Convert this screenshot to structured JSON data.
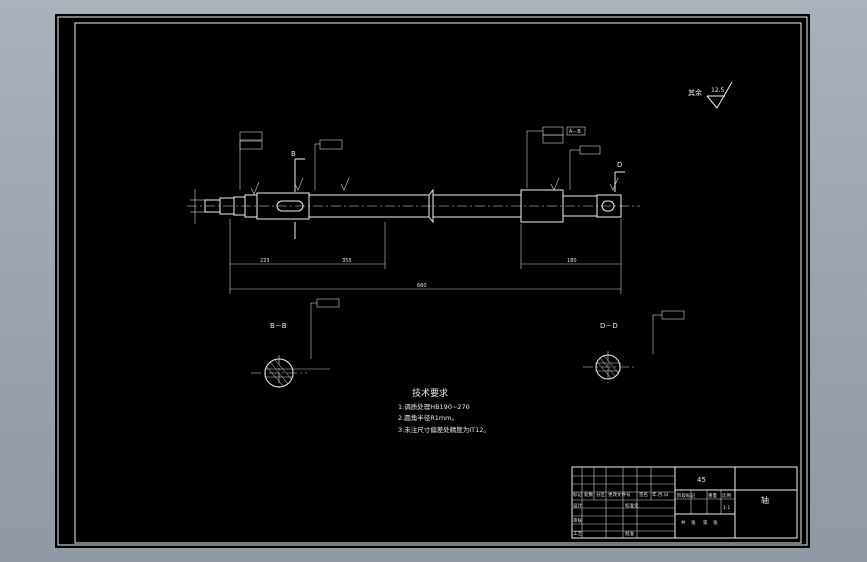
{
  "drawing": {
    "roughness_note": "其余",
    "roughness_value": "12.5",
    "section_b_label": "B",
    "section_d_label": "D",
    "section_b_title": "B－B",
    "section_d_title": "D－D",
    "datum_a": "A－B",
    "dimensions": {
      "overall_length": "660",
      "dim_left_segment": "223",
      "dim_mid_segment": "355",
      "dim_right_segment": "180"
    },
    "tech_requirements": {
      "title": "技术要求",
      "items": [
        "1.调质处理HB190~270",
        "2.圆角半径R1mm。",
        "3.未注尺寸偏差处精度为IT12。"
      ]
    },
    "title_block": {
      "part_name": "轴",
      "material": "45",
      "header_labels": [
        "标记",
        "处数",
        "分区",
        "更改文件号",
        "签名",
        "年.月.日"
      ],
      "row_labels": [
        "设计",
        "审核",
        "工艺"
      ],
      "cell_std": "标准化",
      "cell_approve": "批准",
      "scale_labels": [
        "阶段标记",
        "重量",
        "比例"
      ],
      "scale_value": "1:1",
      "sheet_labels": [
        "共",
        "张",
        "第",
        "张"
      ]
    }
  }
}
